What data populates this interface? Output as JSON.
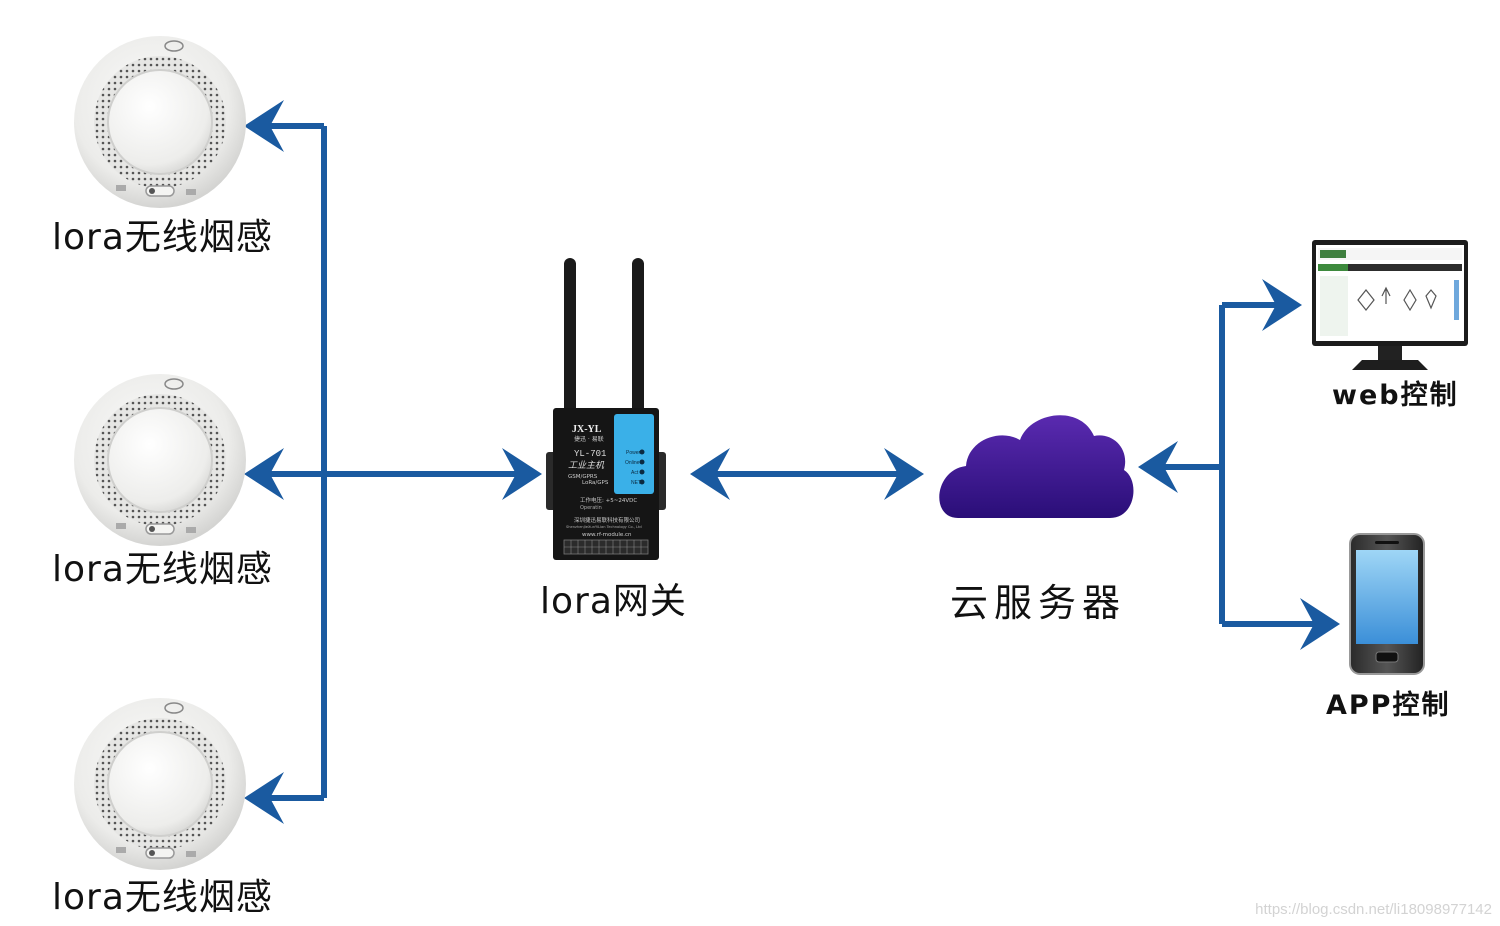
{
  "nodes": {
    "sensors": [
      {
        "label": "lora无线烟感"
      },
      {
        "label": "lora无线烟感"
      },
      {
        "label": "lora无线烟感"
      }
    ],
    "gateway": {
      "label": "lora网关",
      "brand": "JX-YL",
      "brand_sub": "捷迅 · 易联",
      "model": "YL-701",
      "title": "工业主机",
      "spec_line1": "GSM/GPRS",
      "spec_line2": "LoRa/GPS",
      "voltage": "工作电压: +5~24VDC",
      "operating": "Operatin",
      "company": "深圳捷迅易联科技有限公司",
      "company_en": "ShenzhenJieXunYiLian Technology Co., Ltd",
      "website": "www.rf-module.cn",
      "leds": [
        "Power",
        "Online",
        "Act",
        "NET"
      ]
    },
    "cloud": {
      "label": "云服务器"
    },
    "clients": [
      {
        "label": "web控制",
        "icon": "monitor-icon"
      },
      {
        "label": "APP控制",
        "icon": "smartphone-icon"
      }
    ]
  },
  "watermark": "https://blog.csdn.net/li18098977142",
  "colors": {
    "arrow": "#1a5aa0",
    "cloud_light": "#5a2ab0",
    "cloud_dark": "#2a0e78",
    "gateway_body": "#151515",
    "gateway_panel": "#3ab0e8",
    "sensor_body": "#ededeb"
  }
}
